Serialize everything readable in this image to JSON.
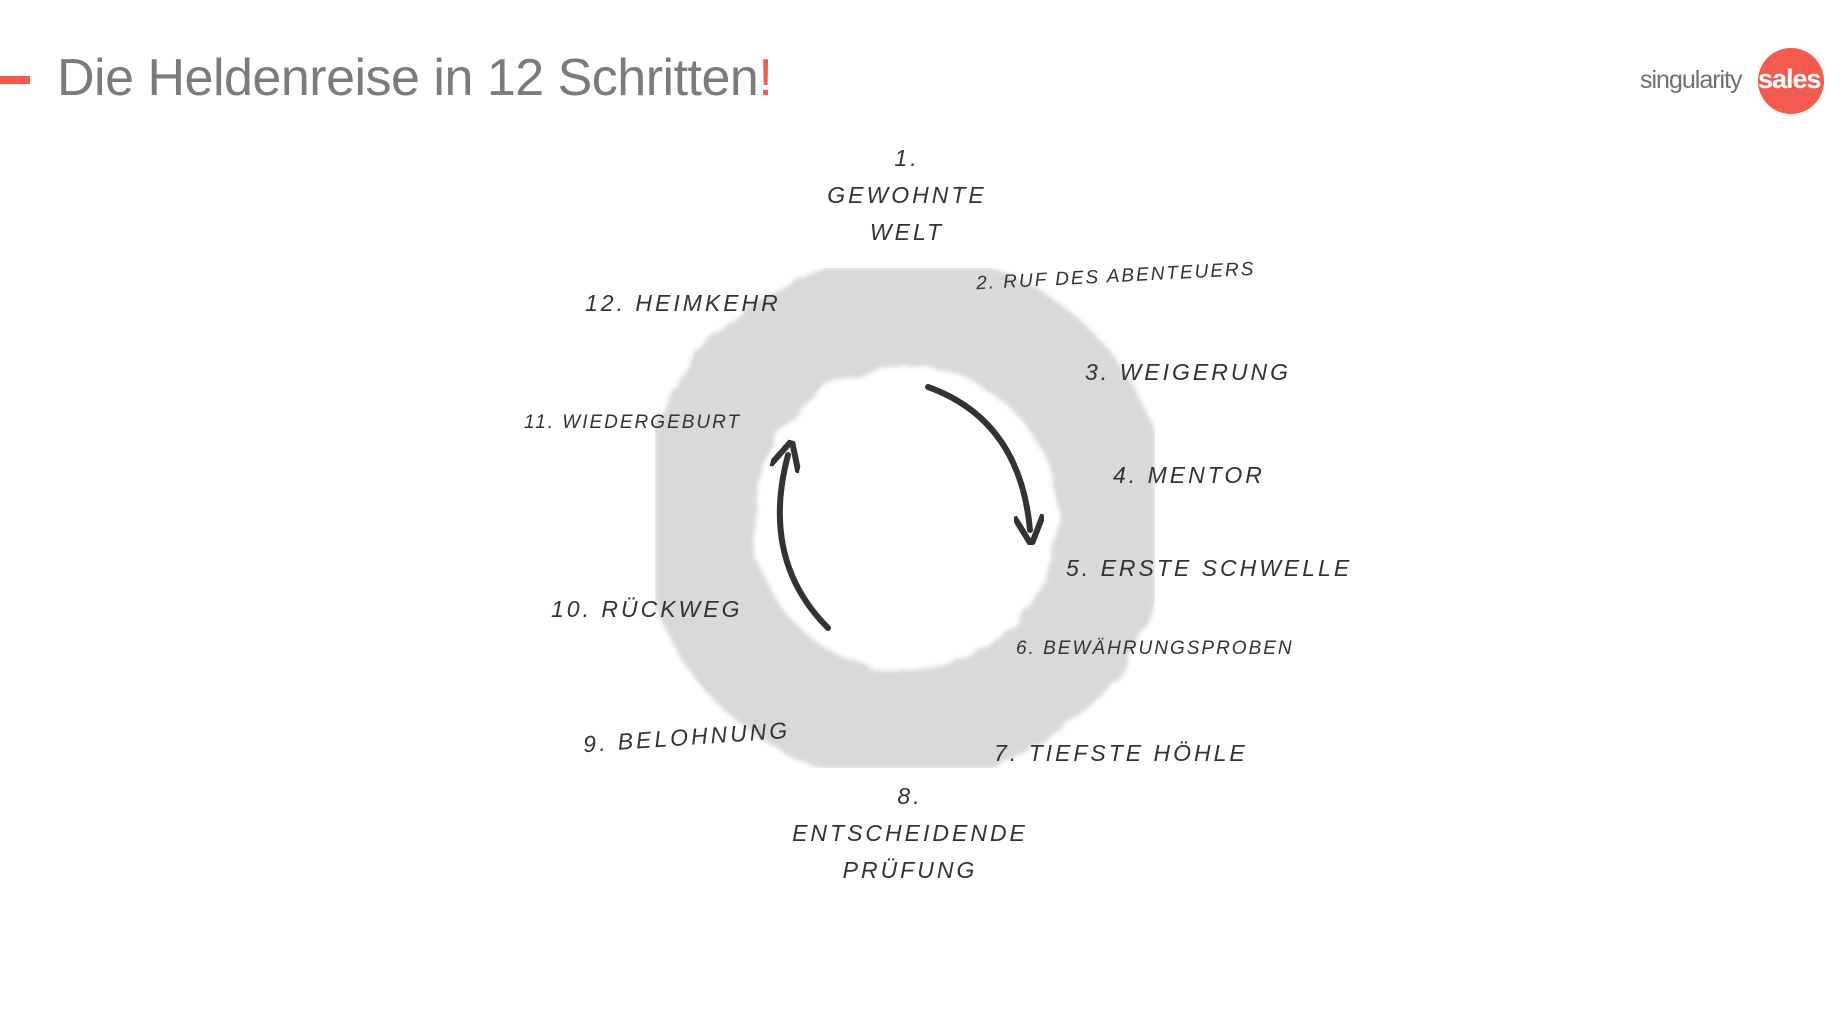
{
  "header": {
    "title": "Die Heldenreise in 12 Schritten",
    "title_suffix": "!"
  },
  "logo": {
    "part1": "singularity",
    "part2": "sales"
  },
  "colors": {
    "accent": "#f45a50",
    "title": "#7b7b7b",
    "ring": "#d9d9d9"
  },
  "steps": [
    {
      "num": "1.",
      "line1": "Gewohnte",
      "line2": "Welt"
    },
    {
      "label": "2. Ruf des Abenteuers"
    },
    {
      "label": "3. Weigerung"
    },
    {
      "label": "4. Mentor"
    },
    {
      "label": "5. Erste Schwelle"
    },
    {
      "label": "6. Bewährungsproben"
    },
    {
      "label": "7. Tiefste Höhle"
    },
    {
      "num": "8.",
      "line1": "Entscheidende",
      "line2": "Prüfung"
    },
    {
      "label": "9. Belohnung"
    },
    {
      "label": "10. Rückweg"
    },
    {
      "label": "11. Wiedergeburt"
    },
    {
      "label": "12. Heimkehr"
    }
  ]
}
